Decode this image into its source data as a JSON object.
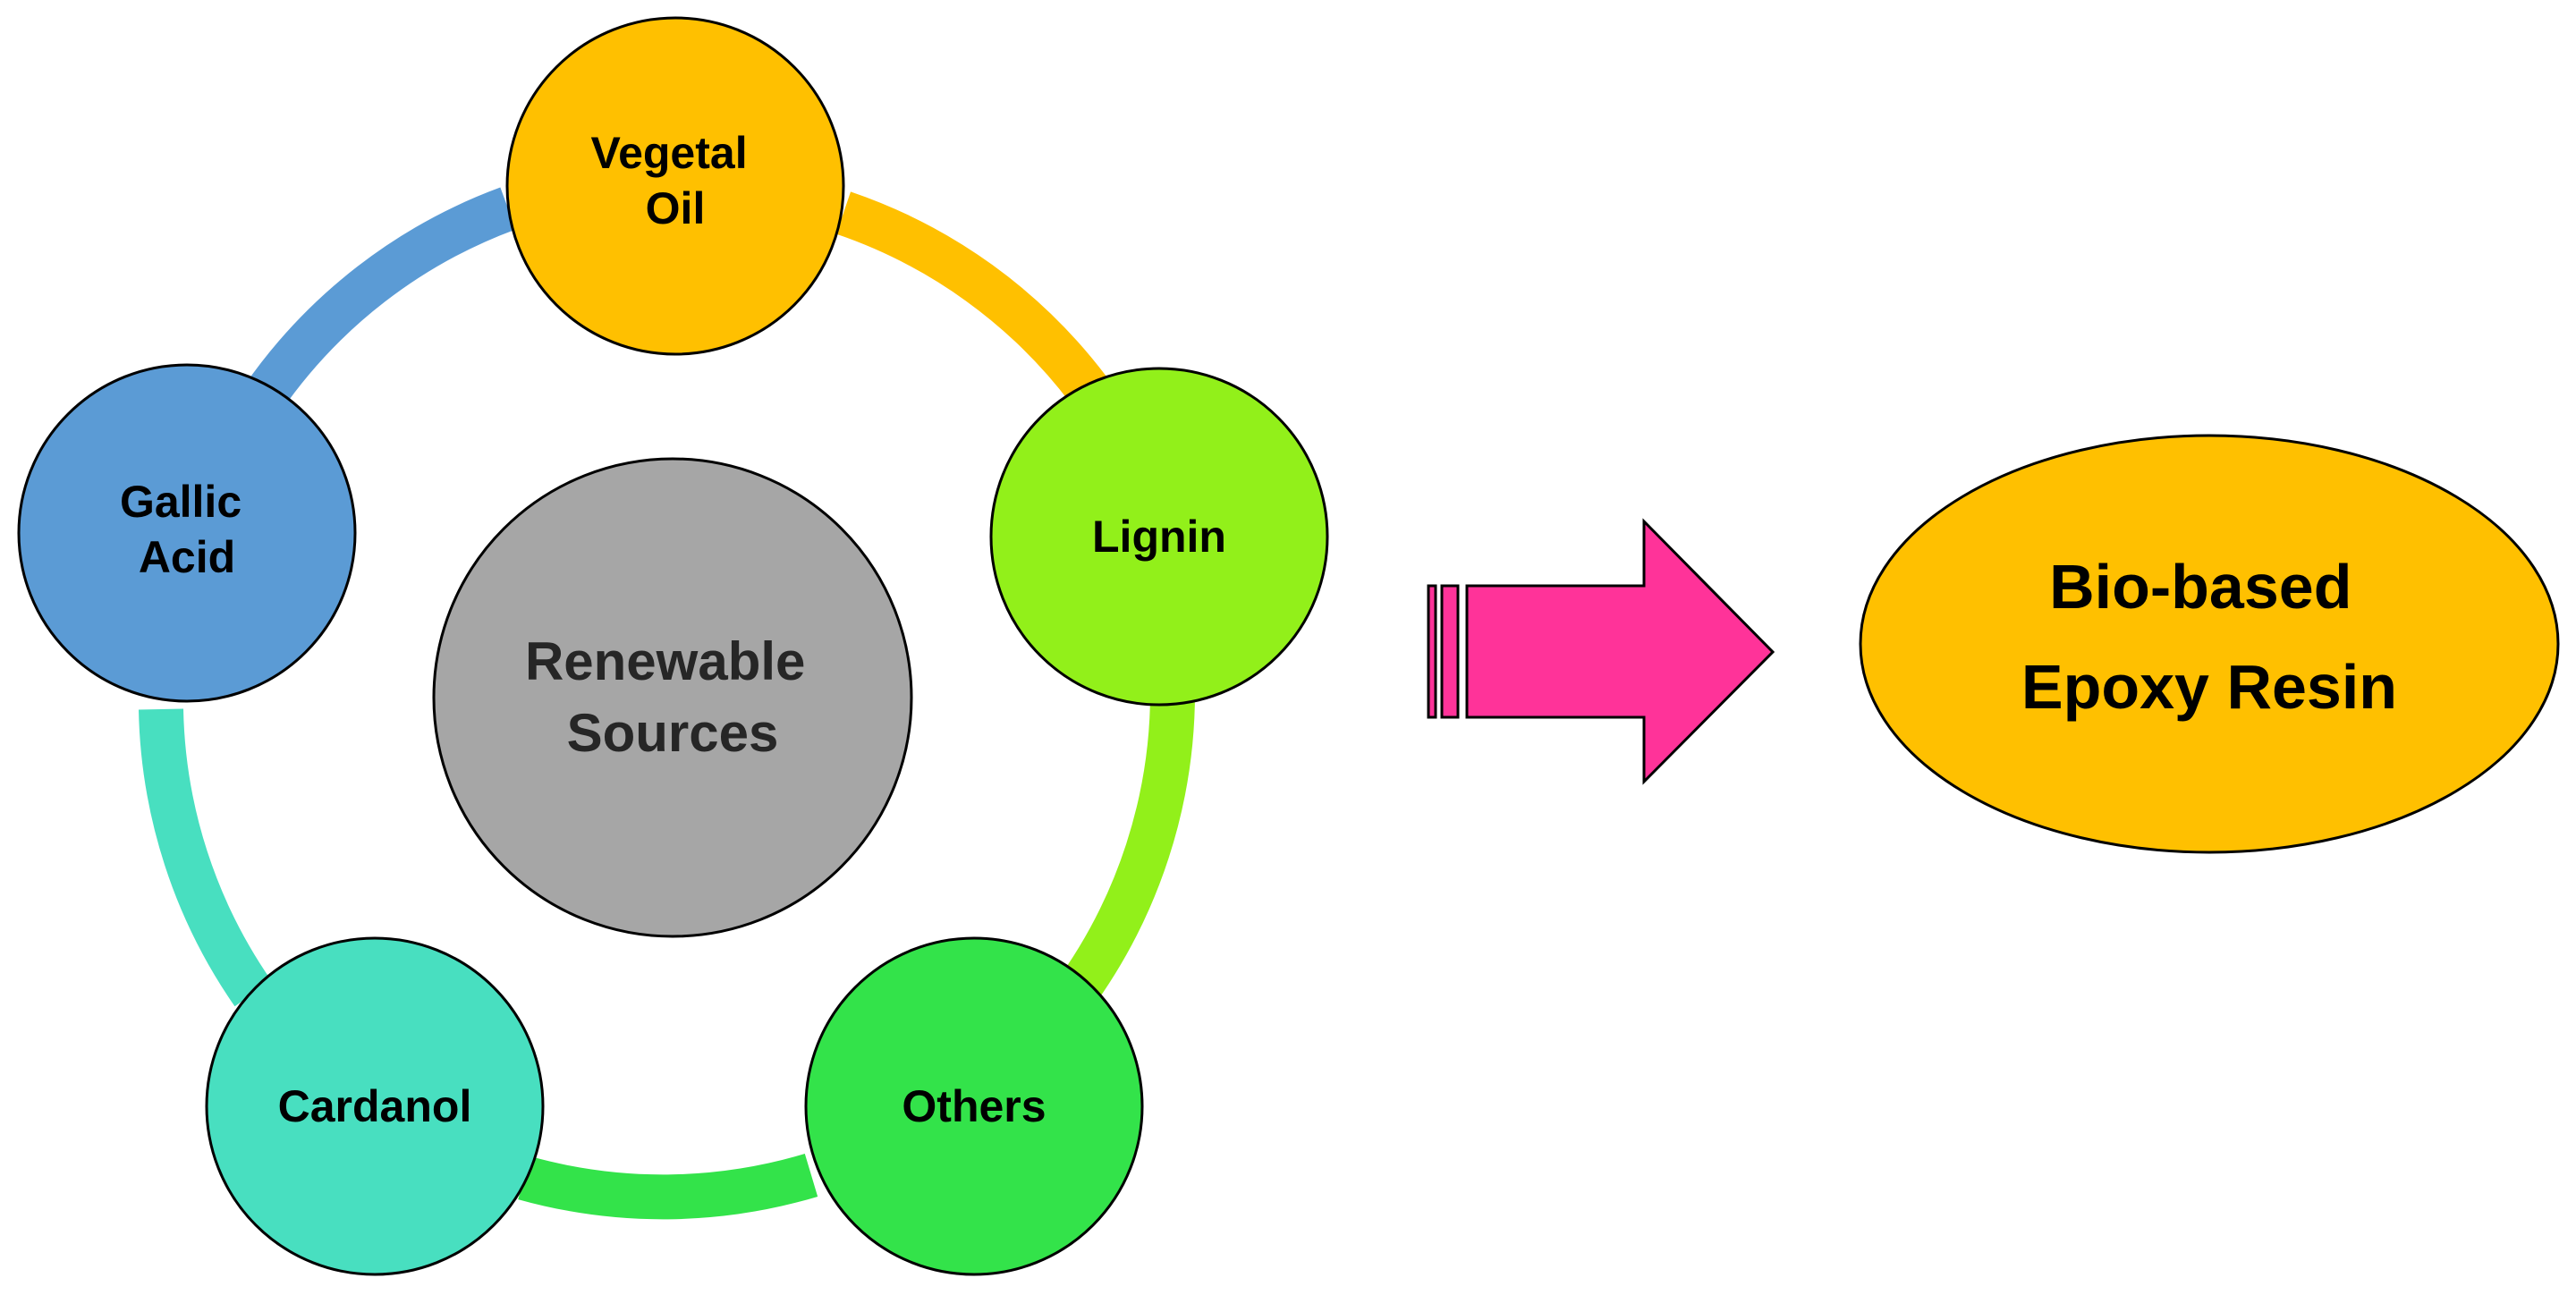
{
  "diagram": {
    "center": {
      "lines": [
        "Renewable",
        "Sources"
      ],
      "color": "#a6a6a6"
    },
    "sources": [
      {
        "id": "vegetal-oil",
        "lines": [
          "Vegetal",
          "Oil"
        ],
        "color": "#ffc000"
      },
      {
        "id": "lignin",
        "lines": [
          "Lignin"
        ],
        "color": "#92f01a"
      },
      {
        "id": "others",
        "lines": [
          "Others"
        ],
        "color": "#33e34a"
      },
      {
        "id": "cardanol",
        "lines": [
          "Cardanol"
        ],
        "color": "#48dfc0"
      },
      {
        "id": "gallic-acid",
        "lines": [
          "Gallic",
          "Acid"
        ],
        "color": "#5b9bd5"
      }
    ],
    "ring_segments": [
      {
        "from": "vegetal-oil",
        "to": "lignin",
        "color": "#ffc000"
      },
      {
        "from": "lignin",
        "to": "others",
        "color": "#92f01a"
      },
      {
        "from": "others",
        "to": "cardanol",
        "color": "#33e34a"
      },
      {
        "from": "cardanol",
        "to": "gallic-acid",
        "color": "#48dfc0"
      },
      {
        "from": "gallic-acid",
        "to": "vegetal-oil",
        "color": "#5b9bd5"
      }
    ],
    "arrow": {
      "color": "#ff3399"
    },
    "result": {
      "lines": [
        "Bio-based",
        "Epoxy Resin"
      ],
      "color": "#ffc000"
    }
  }
}
